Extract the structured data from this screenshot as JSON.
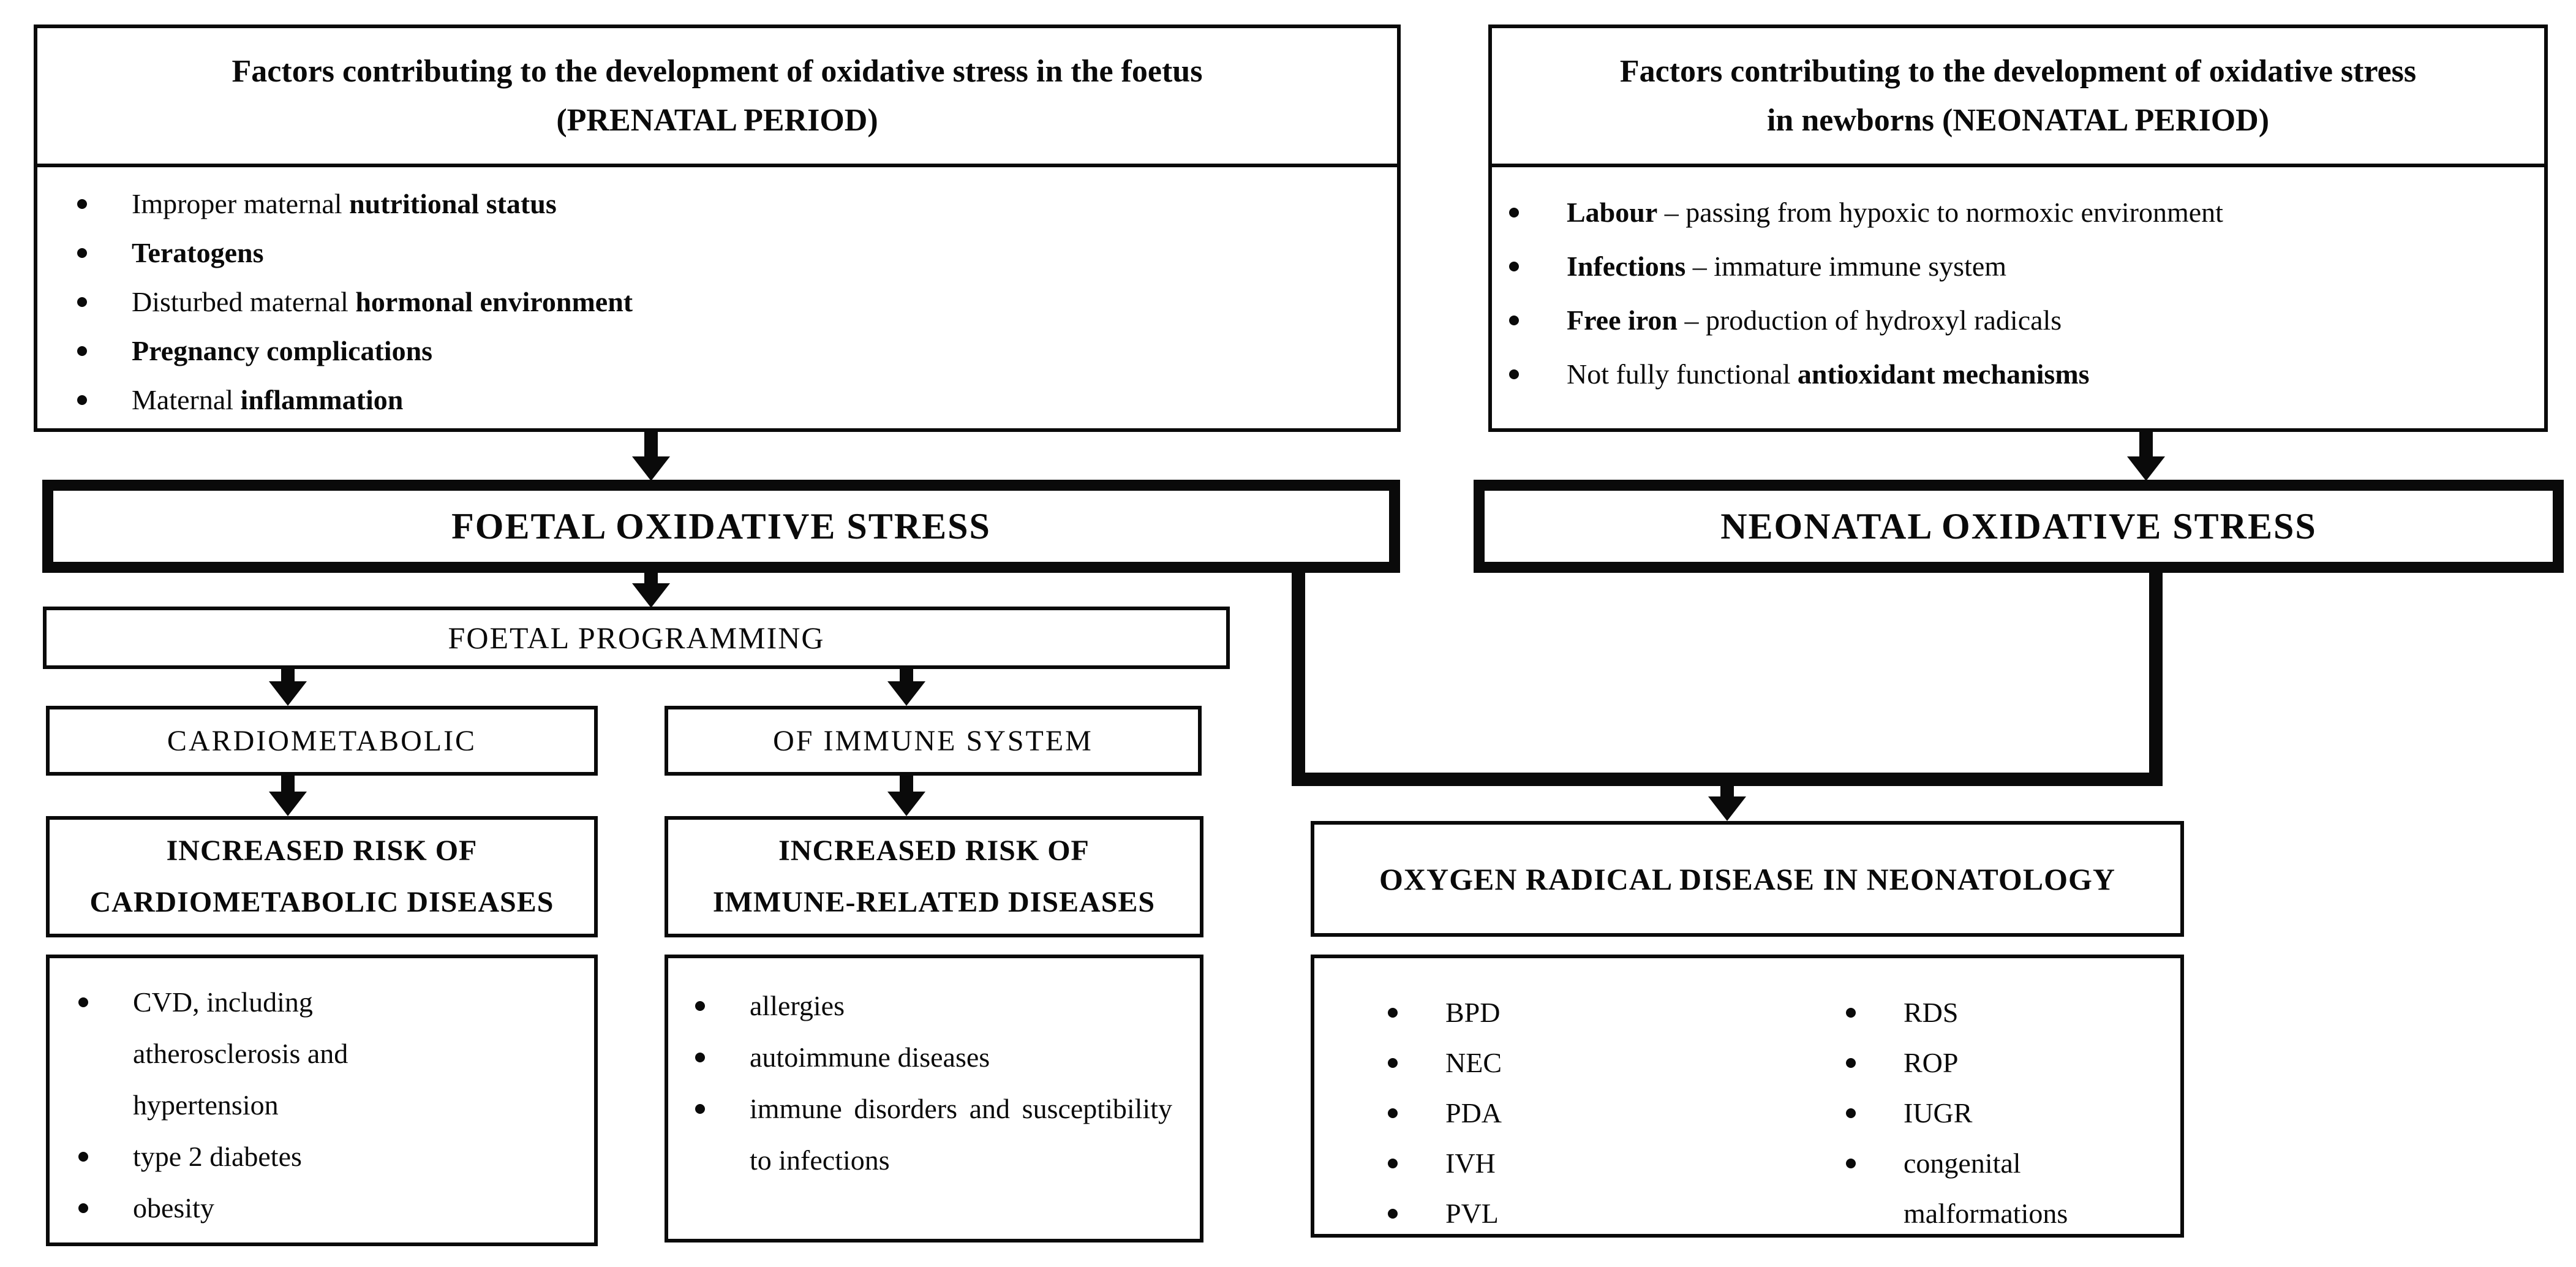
{
  "colors": {
    "ink": "#0a0a0a",
    "background": "#ffffff"
  },
  "diagram": {
    "prenatal_box": {
      "title_line1": "Factors contributing to the development of oxidative stress in the foetus",
      "title_line2": "(PRENATAL PERIOD)",
      "bullets": [
        {
          "pre": "Improper maternal ",
          "bold": "nutritional status",
          "post": ""
        },
        {
          "pre": "",
          "bold": "Teratogens",
          "post": ""
        },
        {
          "pre": "Disturbed maternal ",
          "bold": "hormonal environment",
          "post": ""
        },
        {
          "pre": "",
          "bold": "Pregnancy complications",
          "post": ""
        },
        {
          "pre": "Maternal ",
          "bold": "inflammation",
          "post": ""
        }
      ]
    },
    "neonatal_box": {
      "title_line1": "Factors contributing to the development of oxidative stress",
      "title_line2": "in newborns (NEONATAL PERIOD)",
      "bullets": [
        {
          "pre": "",
          "bold": "Labour",
          "post": " – passing from hypoxic to normoxic environment"
        },
        {
          "pre": "",
          "bold": "Infections",
          "post": " – immature immune system"
        },
        {
          "pre": "",
          "bold": "Free iron",
          "post": " – production of hydroxyl radicals"
        },
        {
          "pre": "Not fully functional ",
          "bold": "antioxidant mechanisms",
          "post": ""
        }
      ]
    },
    "foetal_stress": "FOETAL OXIDATIVE STRESS",
    "neonatal_stress": "NEONATAL OXIDATIVE STRESS",
    "foetal_programming": "FOETAL PROGRAMMING",
    "cardiometabolic": "CARDIOMETABOLIC",
    "immune_system": "OF IMMUNE SYSTEM",
    "risk_cardio_line1": "INCREASED RISK OF",
    "risk_cardio_line2": "CARDIOMETABOLIC DISEASES",
    "risk_immune_line1": "INCREASED RISK OF",
    "risk_immune_line2": "IMMUNE-RELATED DISEASES",
    "cardio_outcomes": [
      "CVD, including atherosclerosis and hypertension",
      "type 2 diabetes",
      "obesity"
    ],
    "immune_outcomes": [
      "allergies",
      "autoimmune diseases",
      "immune disorders and susceptibility to infections"
    ],
    "ordn_title": "OXYGEN RADICAL DISEASE IN NEONATOLOGY",
    "ordn_col1": [
      "BPD",
      "NEC",
      "PDA",
      "IVH",
      "PVL"
    ],
    "ordn_col2": [
      "RDS",
      "ROP",
      "IUGR",
      "congenital malformations"
    ]
  }
}
